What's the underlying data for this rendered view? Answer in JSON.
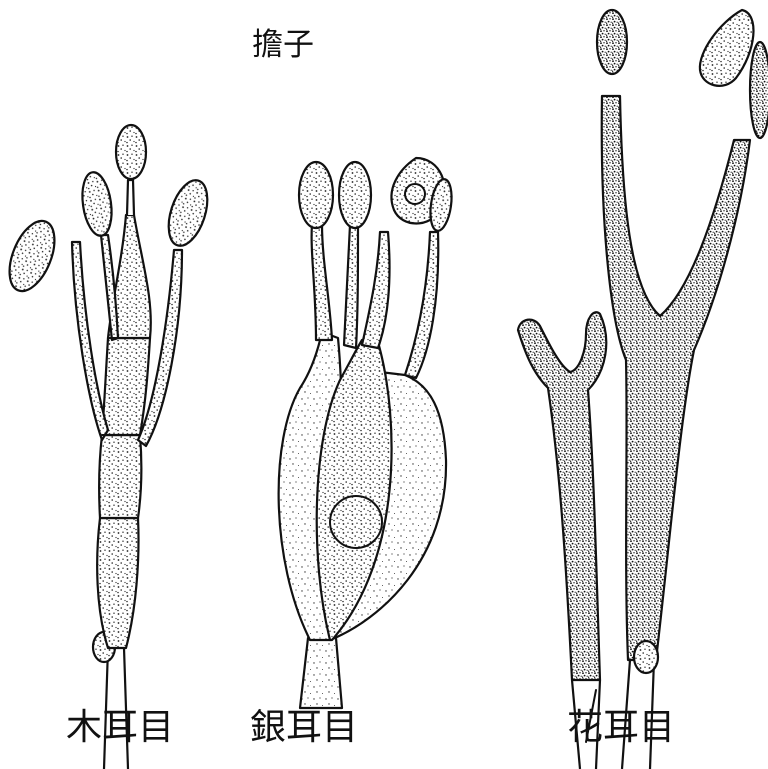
{
  "labels": {
    "spore": "擔子",
    "auriculariales": "木耳目",
    "tremellales": "銀耳目",
    "dacrymycetales": "花耳目"
  },
  "colors": {
    "ink": "#111111",
    "paper": "#ffffff"
  }
}
